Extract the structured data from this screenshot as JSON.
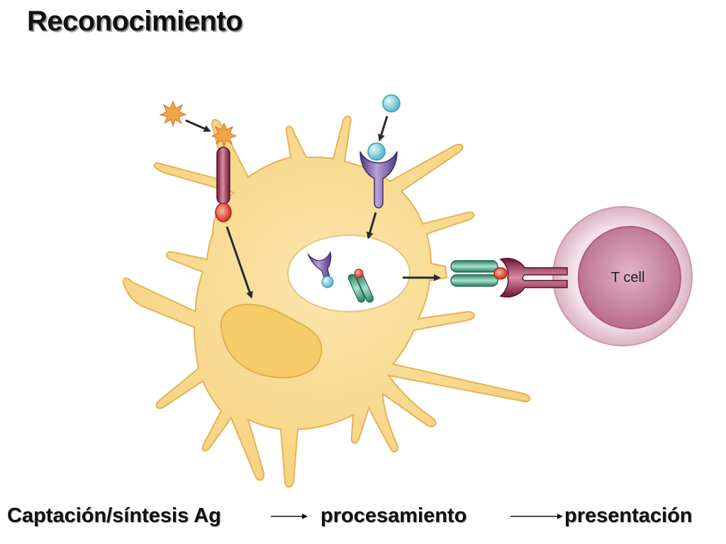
{
  "title": "Reconocimiento",
  "tcell_label": "T cell",
  "steps": [
    {
      "label": "Captación/síntesis Ag"
    },
    {
      "label": "procesamiento"
    },
    {
      "label": "presentación"
    }
  ],
  "colors": {
    "cell_body": "#f8d98a",
    "cell_outline": "#e0b24e",
    "nucleus": "#f6cf6b",
    "tcell_outer": "#f0dbe4",
    "tcell_inner": "#cf90a8",
    "receptor_maroon": "#8a1f45",
    "receptor_purple": "#7a56a4",
    "mhc_green": "#3f9e7e",
    "antigen_orange": "#f0a04a",
    "antigen_blue": "#7fd0de",
    "peptide_red": "#e6402a"
  }
}
